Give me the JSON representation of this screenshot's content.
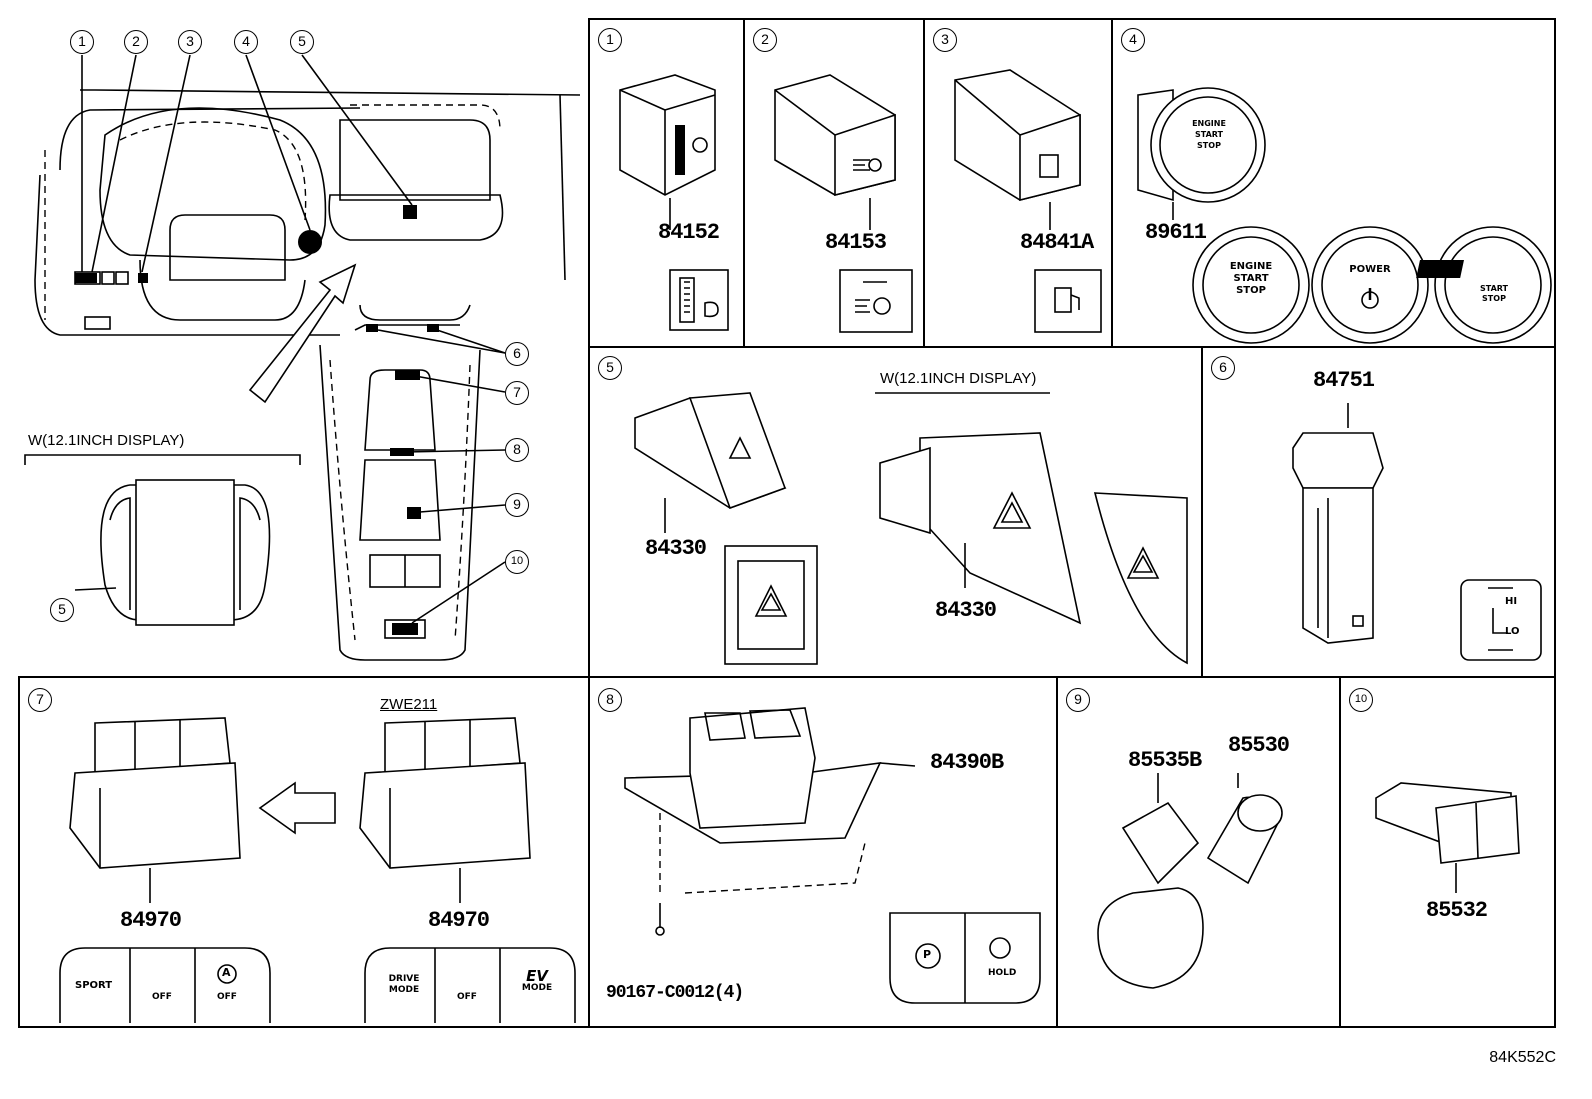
{
  "overview": {
    "callouts": [
      "1",
      "2",
      "3",
      "4",
      "5",
      "6",
      "7",
      "8",
      "9",
      "10"
    ],
    "display_note": "W(12.1INCH DISPLAY)",
    "display_callout": "5"
  },
  "panels": {
    "p1": {
      "num": "1",
      "part": "84152"
    },
    "p2": {
      "num": "2",
      "part": "84153"
    },
    "p3": {
      "num": "3",
      "part": "84841A"
    },
    "p4": {
      "num": "4",
      "part": "89611",
      "buttons": [
        {
          "lines": [
            "ENGINE",
            "START",
            "STOP"
          ]
        },
        {
          "lines": [
            "ENGINE",
            "START",
            "STOP"
          ]
        },
        {
          "lines": [
            "POWER"
          ]
        },
        {
          "lines": [
            "START",
            "STOP"
          ]
        }
      ],
      "gr_mark": "GR"
    },
    "p5": {
      "num": "5",
      "part_left": "84330",
      "note": "W(12.1INCH DISPLAY)",
      "part_right": "84330"
    },
    "p6": {
      "num": "6",
      "part": "84751",
      "seat_hi": "HI",
      "seat_lo": "LO"
    },
    "p7": {
      "num": "7",
      "variant": "ZWE211",
      "part_left": "84970",
      "part_right": "84970",
      "left_labels": [
        "SPORT",
        "OFF",
        "OFF"
      ],
      "right_labels": [
        "DRIVE",
        "MODE",
        "OFF",
        "EV",
        "MODE"
      ],
      "a_mark": "A"
    },
    "p8": {
      "num": "8",
      "part": "84390B",
      "bolt": "90167-C0012(4)",
      "hold": "HOLD",
      "p_mark": "P"
    },
    "p9": {
      "num": "9",
      "part_a": "85535B",
      "part_b": "85530"
    },
    "p10": {
      "num": "10",
      "part": "85532"
    }
  },
  "doc_code": "84K552C"
}
